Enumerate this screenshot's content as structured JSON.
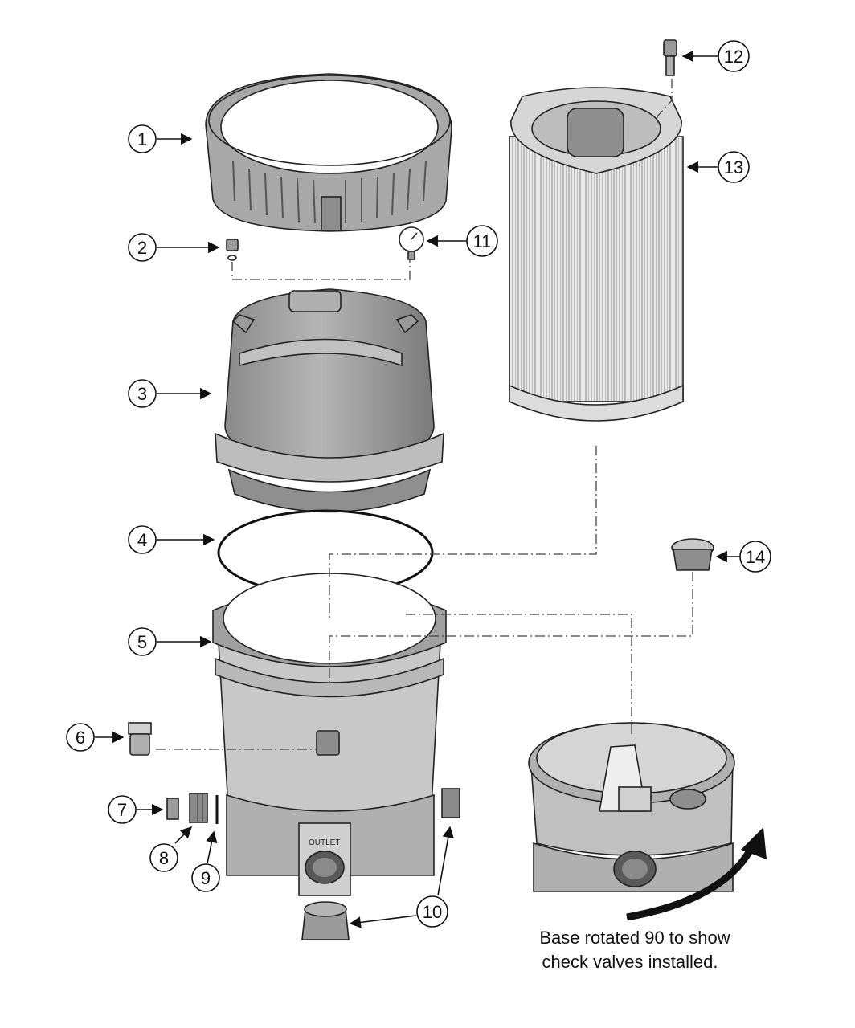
{
  "callouts": [
    "1",
    "2",
    "3",
    "4",
    "5",
    "6",
    "7",
    "8",
    "9",
    "10",
    "11",
    "12",
    "13",
    "14"
  ],
  "base_labels": {
    "outlet": "OUTLET"
  },
  "caption": {
    "line1": "Base rotated 90 to show",
    "line2": "check valves installed."
  },
  "colors": {
    "part_fill": "#9a9a9a",
    "part_light": "#c4c4c4",
    "part_dark": "#6e6e6e",
    "stroke": "#222222"
  }
}
